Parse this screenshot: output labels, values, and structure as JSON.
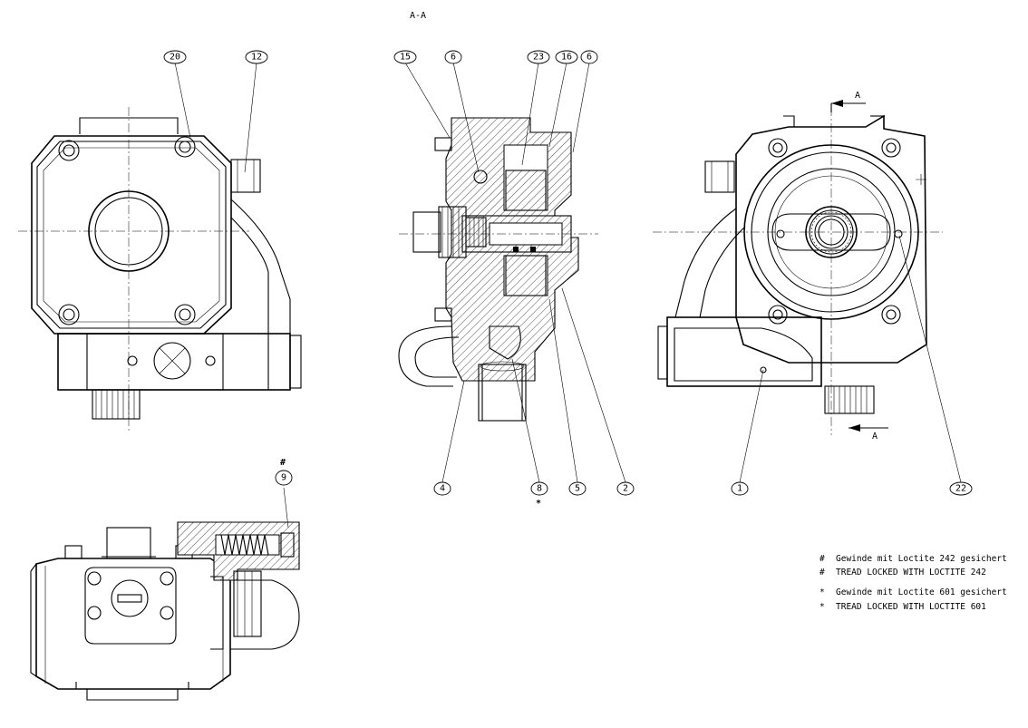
{
  "section_title": "A-A",
  "section_marker_top": "A",
  "section_marker_bottom": "A",
  "callouts": {
    "c20": "20",
    "c12": "12",
    "c15": "15",
    "c6a": "6",
    "c23": "23",
    "c16": "16",
    "c6b": "6",
    "c9": "9",
    "c4": "4",
    "c8": "8",
    "c5": "5",
    "c2": "2",
    "c1": "1",
    "c22": "22"
  },
  "callout_9_mark": "#",
  "callout_8_mark": "*",
  "notes": [
    {
      "symbol": "#",
      "text": "Gewinde mit Loctite 242 gesichert"
    },
    {
      "symbol": "#",
      "text": "TREAD LOCKED WITH LOCTITE 242"
    },
    {
      "symbol": "*",
      "text": "Gewinde mit Loctite 601 gesichert"
    },
    {
      "symbol": "*",
      "text": "TREAD LOCKED WITH LOCTITE 601"
    }
  ]
}
